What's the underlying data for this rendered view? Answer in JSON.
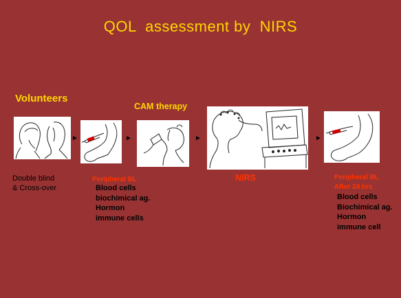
{
  "title": "QOL  assessment by  NIRS",
  "volunteers": {
    "heading": "Volunteers",
    "note_line1": "Double blind",
    "note_line2": "& Cross-over"
  },
  "sample1": {
    "heading": "Peripheral BL",
    "items": [
      "Blood cells",
      "biochimical ag.",
      "Hormon",
      "immune cells"
    ]
  },
  "therapy": {
    "heading": "CAM therapy"
  },
  "nirs": {
    "heading": "NIRS"
  },
  "sample2": {
    "heading_line1": "Peripheral BL",
    "heading_line2": "After 24 hrs",
    "items": [
      "Blood cells",
      "Biochimical ag.",
      "Hormon",
      "immune cell"
    ]
  }
}
